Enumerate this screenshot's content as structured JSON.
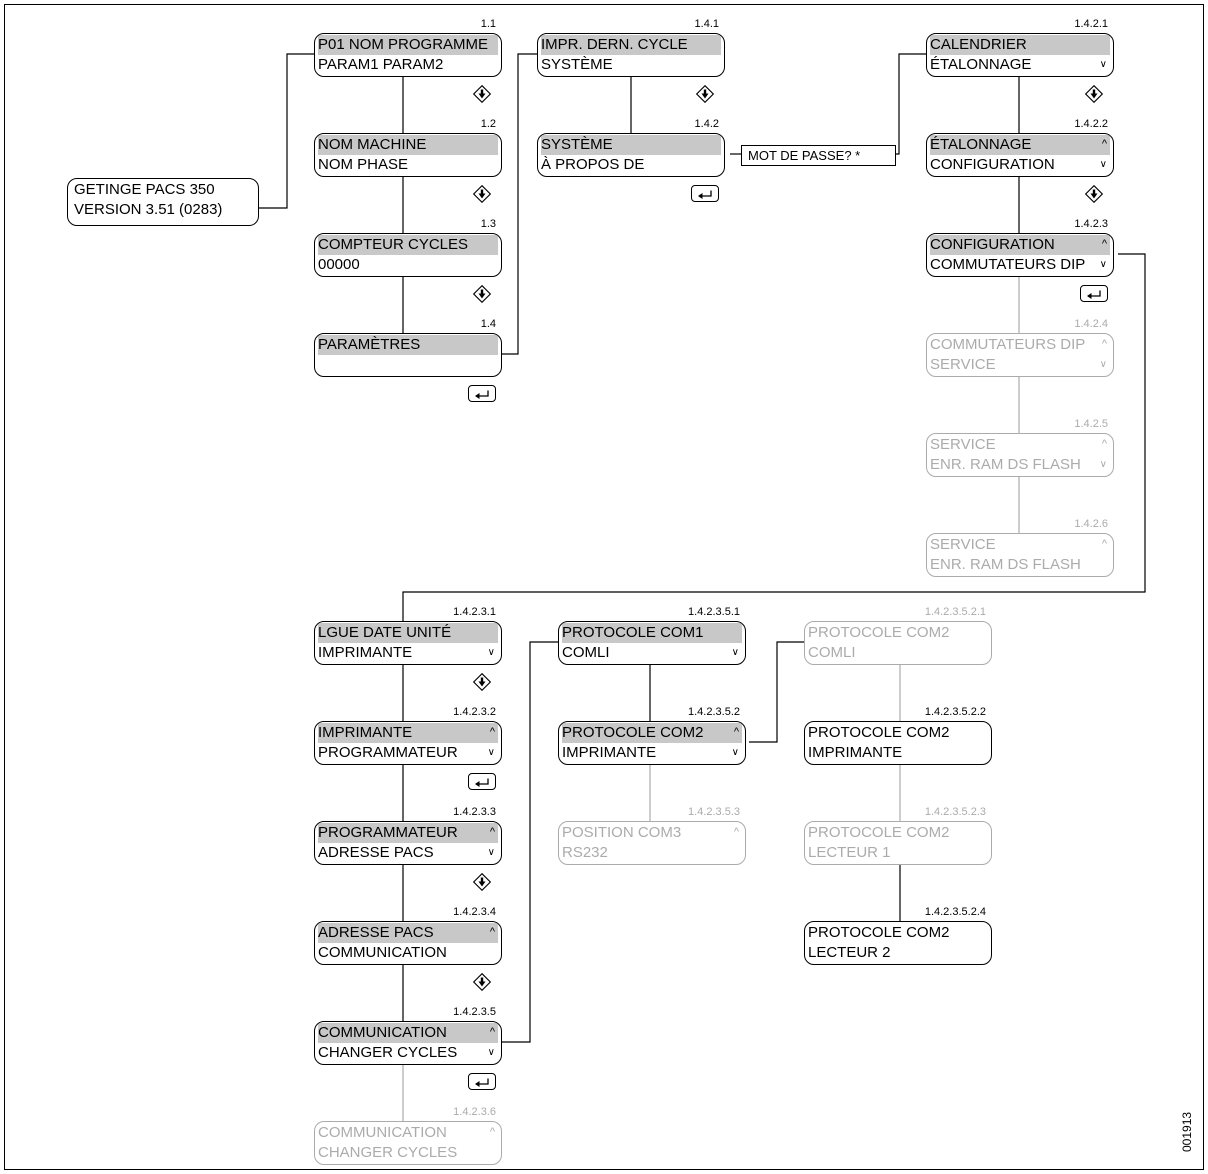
{
  "root": {
    "line1": "GETINGE PACS 350",
    "line2": "VERSION 3.51 (0283)"
  },
  "password": "MOT DE PASSE? *",
  "figure_ref": "001913",
  "boxes": [
    {
      "num": "1.1",
      "line1": "P01  NOM PROGRAMME",
      "line2": "PARAM1      PARAM2"
    },
    {
      "num": "1.2",
      "line1": "NOM MACHINE",
      "line2": "NOM PHASE"
    },
    {
      "num": "1.3",
      "line1": "COMPTEUR CYCLES",
      "line2": "00000"
    },
    {
      "num": "1.4",
      "line1": "PARAMÈTRES",
      "line2": ""
    },
    {
      "num": "1.4.1",
      "line1": "IMPR. DERN. CYCLE",
      "line2": "SYSTÈME"
    },
    {
      "num": "1.4.2",
      "line1": "SYSTÈME",
      "line2": "À PROPOS DE"
    },
    {
      "num": "1.4.2.1",
      "line1": "CALENDRIER",
      "line2": "ÉTALONNAGE"
    },
    {
      "num": "1.4.2.2",
      "line1": "ÉTALONNAGE",
      "line2": "CONFIGURATION"
    },
    {
      "num": "1.4.2.3",
      "line1": "CONFIGURATION",
      "line2": "COMMUTATEURS DIP"
    },
    {
      "num": "1.4.2.4",
      "line1": "COMMUTATEURS DIP",
      "line2": "SERVICE"
    },
    {
      "num": "1.4.2.5",
      "line1": "SERVICE",
      "line2": "ENR. RAM DS FLASH"
    },
    {
      "num": "1.4.2.6",
      "line1": "SERVICE",
      "line2": "ENR. RAM DS FLASH"
    },
    {
      "num": "1.4.2.3.1",
      "line1": "LGUE  DATE  UNITÉ",
      "line2": "IMPRIMANTE"
    },
    {
      "num": "1.4.2.3.2",
      "line1": "IMPRIMANTE",
      "line2": "PROGRAMMATEUR"
    },
    {
      "num": "1.4.2.3.3",
      "line1": "PROGRAMMATEUR",
      "line2": "ADRESSE PACS"
    },
    {
      "num": "1.4.2.3.4",
      "line1": "ADRESSE PACS",
      "line2": "COMMUNICATION"
    },
    {
      "num": "1.4.2.3.5",
      "line1": "COMMUNICATION",
      "line2": "CHANGER CYCLES"
    },
    {
      "num": "1.4.2.3.6",
      "line1": "COMMUNICATION",
      "line2": "CHANGER CYCLES"
    },
    {
      "num": "1.4.2.3.5.1",
      "line1": "PROTOCOLE COM1",
      "line2": "COMLI"
    },
    {
      "num": "1.4.2.3.5.2",
      "line1": "PROTOCOLE COM2",
      "line2": "IMPRIMANTE"
    },
    {
      "num": "1.4.2.3.5.3",
      "line1": "POSITION COM3",
      "line2": "RS232"
    },
    {
      "num": "1.4.2.3.5.2.1",
      "line1": "PROTOCOLE COM2",
      "line2": "COMLI"
    },
    {
      "num": "1.4.2.3.5.2.2",
      "line1": "PROTOCOLE COM2",
      "line2": "IMPRIMANTE"
    },
    {
      "num": "1.4.2.3.5.2.3",
      "line1": "PROTOCOLE COM2",
      "line2": "LECTEUR 1"
    },
    {
      "num": "1.4.2.3.5.2.4",
      "line1": "PROTOCOLE COM2",
      "line2": "LECTEUR 2"
    }
  ]
}
